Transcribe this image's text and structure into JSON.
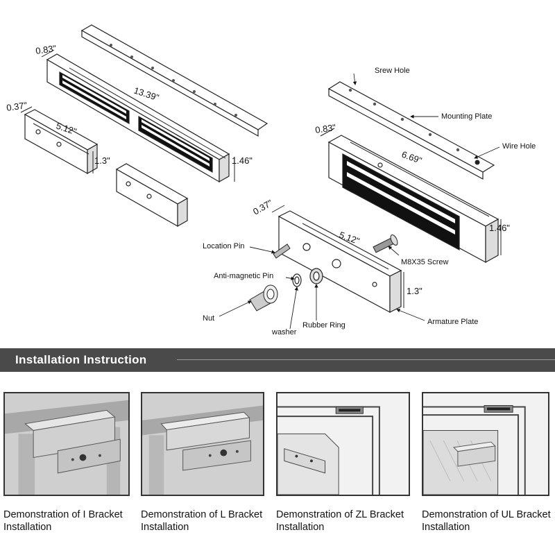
{
  "diagram": {
    "dimensions": {
      "double_width": "0.83\"",
      "double_length": "13.39\"",
      "double_height": "1.46\"",
      "double_plate_width": "0.37\"",
      "double_plate_length": "5.12\"",
      "double_plate_height": "1.3\"",
      "single_width": "0.83\"",
      "single_length": "6.69\"",
      "single_height": "1.46\"",
      "single_plate_width": "0.37\"",
      "single_plate_length": "5.12\"",
      "single_plate_height": "1.3\""
    },
    "labels": {
      "screw_hole": "Srew Hole",
      "mounting_plate": "Mounting Plate",
      "wire_hole": "Wire Hole",
      "location_pin": "Location Pin",
      "m8_screw": "M8X35 Screw",
      "anti_magnetic_pin": "Anti-magnetic Pin",
      "nut": "Nut",
      "washer": "washer",
      "rubber_ring": "Rubber Ring",
      "armature_plate": "Armature Plate"
    }
  },
  "section": {
    "title": "Installation Instruction"
  },
  "demos": [
    {
      "caption_line1": "Demonstration of I Bracket",
      "caption_line2": "Installation"
    },
    {
      "caption_line1": "Demonstration of L Bracket",
      "caption_line2": "Installation"
    },
    {
      "caption_line1": "Demonstration of ZL Bracket",
      "caption_line2": "Installation"
    },
    {
      "caption_line1": "Demonstration of UL Bracket",
      "caption_line2": "Installation"
    }
  ],
  "colors": {
    "banner": "#4a4a4a",
    "banner_text": "#ffffff",
    "line": "#222222"
  }
}
